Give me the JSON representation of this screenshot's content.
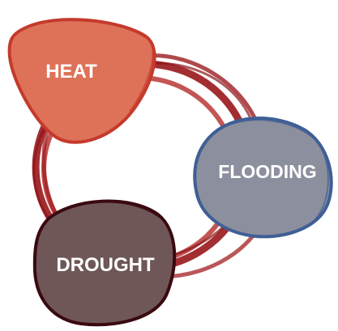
{
  "diagram": {
    "nodes": [
      {
        "label": "HEAT",
        "fill": "#de7259",
        "stroke": "#c53a2c"
      },
      {
        "label": "FLOODING",
        "fill": "#8c8f9d",
        "stroke": "#3f5f95"
      },
      {
        "label": "DROUGHT",
        "fill": "#6f5757",
        "stroke": "#3a0a10"
      }
    ],
    "ring_color": "#9b1c1f"
  }
}
